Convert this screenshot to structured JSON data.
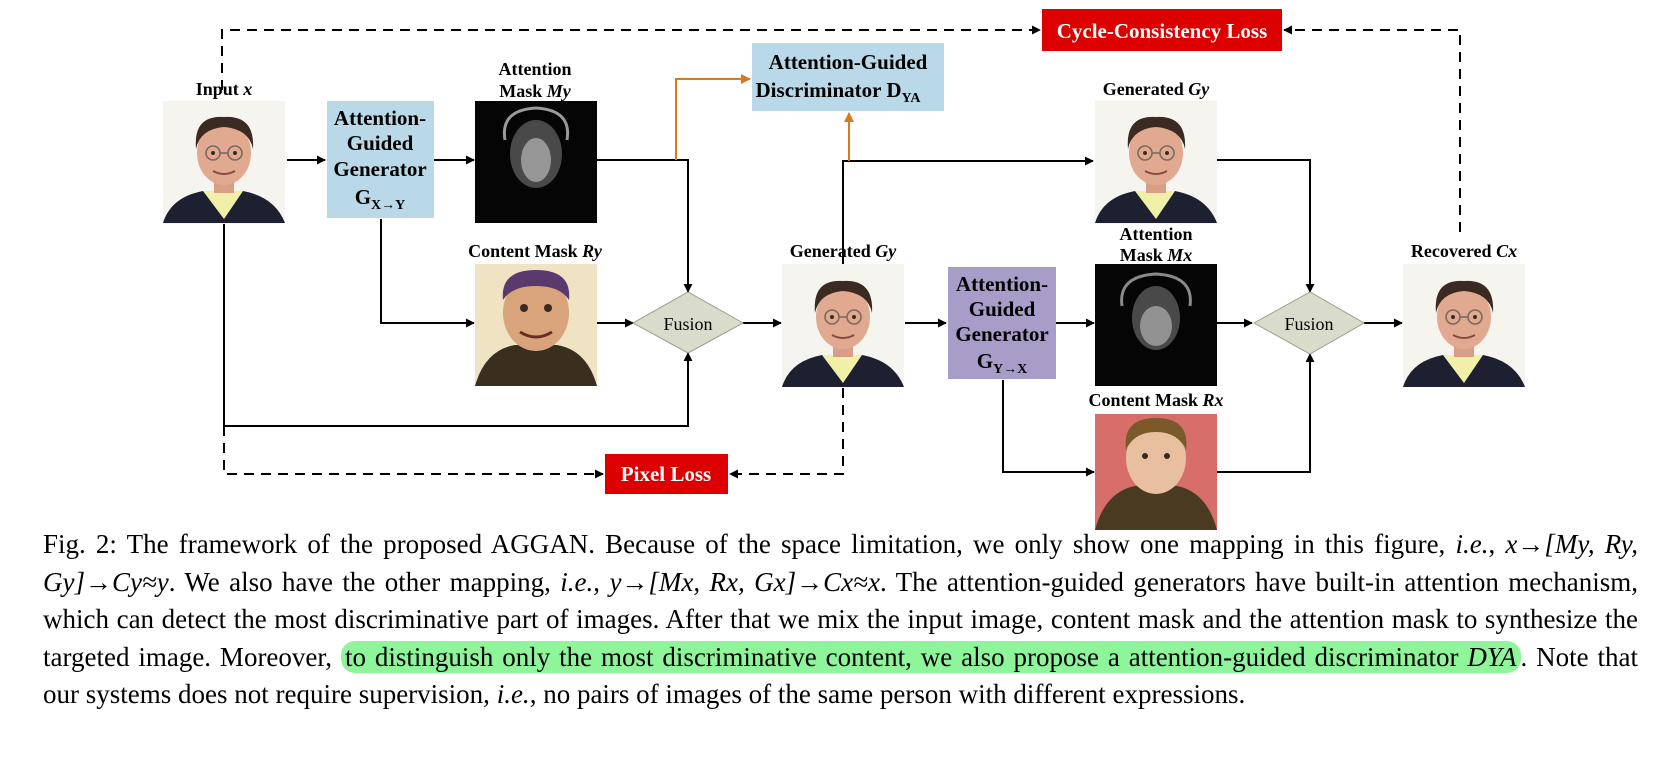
{
  "figure": {
    "nodes": {
      "input": {
        "label": "Input ",
        "var": "x"
      },
      "attention_mask_y": {
        "line1": "Attention",
        "line2": "Mask ",
        "var": "My"
      },
      "content_mask_y": {
        "label": "Content Mask ",
        "var": "Ry"
      },
      "generator_xy": {
        "line1": "Attention-",
        "line2": "Guided",
        "line3": "Generator",
        "symbol": "G",
        "subscript": "X→Y"
      },
      "fusion_1": {
        "label": "Fusion"
      },
      "generated_gy_mid": {
        "label": "Generated ",
        "var": "Gy"
      },
      "generated_gy_top": {
        "label": "Generated ",
        "var": "Gy"
      },
      "discriminator": {
        "line1": "Attention-Guided",
        "line2": "Discriminator D",
        "subscript": "YA"
      },
      "generator_yx": {
        "line1": "Attention-",
        "line2": "Guided",
        "line3": "Generator",
        "symbol": "G",
        "subscript": "Y→X"
      },
      "attention_mask_x": {
        "line1": "Attention",
        "line2": "Mask ",
        "var": "Mx"
      },
      "content_mask_x": {
        "label": "Content Mask ",
        "var": "Rx"
      },
      "fusion_2": {
        "label": "Fusion"
      },
      "recovered": {
        "label": "Recovered ",
        "var": "Cx"
      },
      "cycle_loss": {
        "label": "Cycle-Consistency Loss"
      },
      "pixel_loss": {
        "label": "Pixel Loss"
      }
    },
    "colors": {
      "generator_xy_fill": "#b9d9e8",
      "discriminator_fill": "#b9d9e8",
      "generator_yx_fill": "#a89cc8",
      "loss_fill": "#dd0000",
      "fusion_fill": "#d9dccb",
      "discriminator_arrow": "#d97a1e"
    }
  },
  "caption": {
    "prefix": "Fig. 2: The framework of the proposed AGGAN. Because of the space limitation, we only show one mapping in this figure, ",
    "ie1": "i.e.",
    "math1": "x→[My, Ry, Gy]→Cy≈y",
    "mid1": ". We also have the other mapping, ",
    "ie2": "i.e.",
    "math2": "y→[Mx, Rx, Gx]→Cx≈x",
    "mid2": ". The attention-guided generators have built-in attention mechanism, which can detect the most discriminative part of images. After that we mix the input image, content mask and the attention mask to synthesize the targeted image. Moreover, ",
    "highlight": "to distinguish only the most discriminative content, we also propose a attention-guided discriminator ",
    "highlight_math": "DYA",
    "end1": ". Note that our systems does not require supervision, ",
    "ie3": "i.e.",
    "end2": ", no pairs of images of the same person with different expressions."
  }
}
